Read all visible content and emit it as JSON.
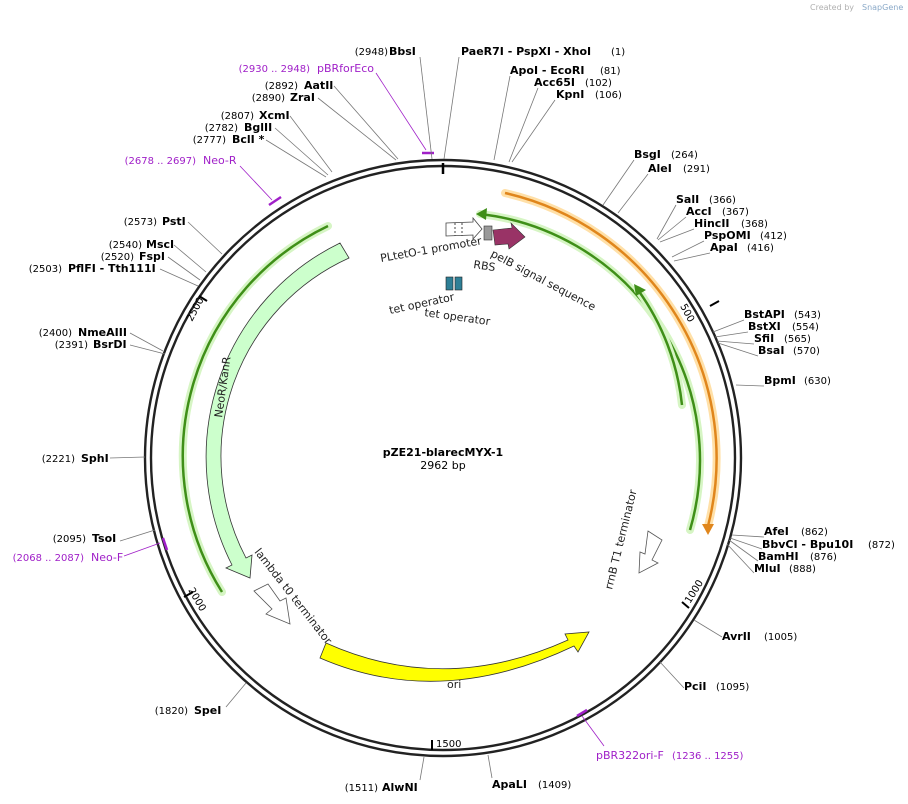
{
  "credit": {
    "text": "Created by",
    "brand": "SnapGene"
  },
  "plasmid": {
    "name": "pZE21-blarecMYX-1",
    "size_label": "2962 bp"
  },
  "ticks": [
    "500",
    "1000",
    "1500",
    "2000",
    "2500"
  ],
  "enzymes": [
    {
      "name": "BbsI",
      "pos": "(2948)"
    },
    {
      "name": "PaeR7I   - PspXI   - XhoI",
      "pos": "(1)"
    },
    {
      "name": "ApoI   - EcoRI",
      "pos": "(81)"
    },
    {
      "name": "Acc65I",
      "pos": "(102)"
    },
    {
      "name": "KpnI",
      "pos": "(106)"
    },
    {
      "name": "BsgI",
      "pos": "(264)"
    },
    {
      "name": "AleI",
      "pos": "(291)"
    },
    {
      "name": "SalI",
      "pos": "(366)"
    },
    {
      "name": "AccI",
      "pos": "(367)"
    },
    {
      "name": "HincII",
      "pos": "(368)"
    },
    {
      "name": "PspOMI",
      "pos": "(412)"
    },
    {
      "name": "ApaI",
      "pos": "(416)"
    },
    {
      "name": "BstAPI",
      "pos": "(543)"
    },
    {
      "name": "BstXI",
      "pos": "(554)"
    },
    {
      "name": "SfiI",
      "pos": "(565)"
    },
    {
      "name": "BsaI",
      "pos": "(570)"
    },
    {
      "name": "BpmI",
      "pos": "(630)"
    },
    {
      "name": "AfeI",
      "pos": "(862)"
    },
    {
      "name": "BbvCI   - Bpu10I",
      "pos": "(872)"
    },
    {
      "name": "BamHI",
      "pos": "(876)"
    },
    {
      "name": "MluI",
      "pos": "(888)"
    },
    {
      "name": "AvrII",
      "pos": "(1005)"
    },
    {
      "name": "PciI",
      "pos": "(1095)"
    },
    {
      "name": "ApaLI",
      "pos": "(1409)"
    },
    {
      "name": "AlwNI",
      "pos": "(1511)"
    },
    {
      "name": "SpeI",
      "pos": "(1820)"
    },
    {
      "name": "TsoI",
      "pos": "(2095)"
    },
    {
      "name": "SphI",
      "pos": "(2221)"
    },
    {
      "name": "BsrDI",
      "pos": "(2391)"
    },
    {
      "name": "NmeAIII",
      "pos": "(2400)"
    },
    {
      "name": "PflFI   - Tth111I",
      "pos": "(2503)"
    },
    {
      "name": "FspI",
      "pos": "(2520)"
    },
    {
      "name": "MscI",
      "pos": "(2540)"
    },
    {
      "name": "PstI",
      "pos": "(2573)"
    },
    {
      "name": "BclI *",
      "pos": "(2777)"
    },
    {
      "name": "BglII",
      "pos": "(2782)"
    },
    {
      "name": "XcmI",
      "pos": "(2807)"
    },
    {
      "name": "ZraI",
      "pos": "(2890)"
    },
    {
      "name": "AatII",
      "pos": "(2892)"
    }
  ],
  "primers": [
    {
      "name": "pBRforEco",
      "range": "(2930 .. 2948)"
    },
    {
      "name": "Neo-R",
      "range": "(2678 .. 2697)"
    },
    {
      "name": "Neo-F",
      "range": "(2068 .. 2087)"
    },
    {
      "name": "pBR322ori-F",
      "range": "(1236 .. 1255)"
    }
  ],
  "features": {
    "promoter": "PLtetO-1 promoter",
    "rbs": "RBS",
    "pelb": "pelB signal sequence",
    "tetop1": "tet operator",
    "tetop2": "tet operator",
    "neo": "NeoR/KanR",
    "lambda": "lambda t0 terminator",
    "ori": "ori",
    "rrnb": "rrnB T1 terminator"
  },
  "colors": {
    "backbone": "#222222",
    "neo_fill": "#ccffcc",
    "ori_fill": "#ffff00",
    "pelb_fill": "#993366",
    "tetop_fill": "#2e7f96",
    "orf_green": "#4a9a1e",
    "orf_orange": "#e0861c",
    "primer": "#a020c8"
  }
}
